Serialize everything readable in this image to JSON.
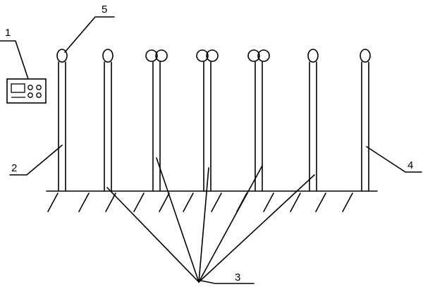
{
  "diagram": {
    "labels": {
      "controller": "1",
      "left_pole": "2",
      "ground_rods": "3",
      "right_pole": "4",
      "lamp": "5"
    },
    "pole_count": 7,
    "ground_rod_count": 5,
    "lamp_styles": [
      "single",
      "single",
      "double",
      "double",
      "double",
      "single",
      "single"
    ],
    "controller_icons": [
      "screen",
      "slot",
      "knob",
      "knob",
      "knob",
      "knob"
    ]
  }
}
